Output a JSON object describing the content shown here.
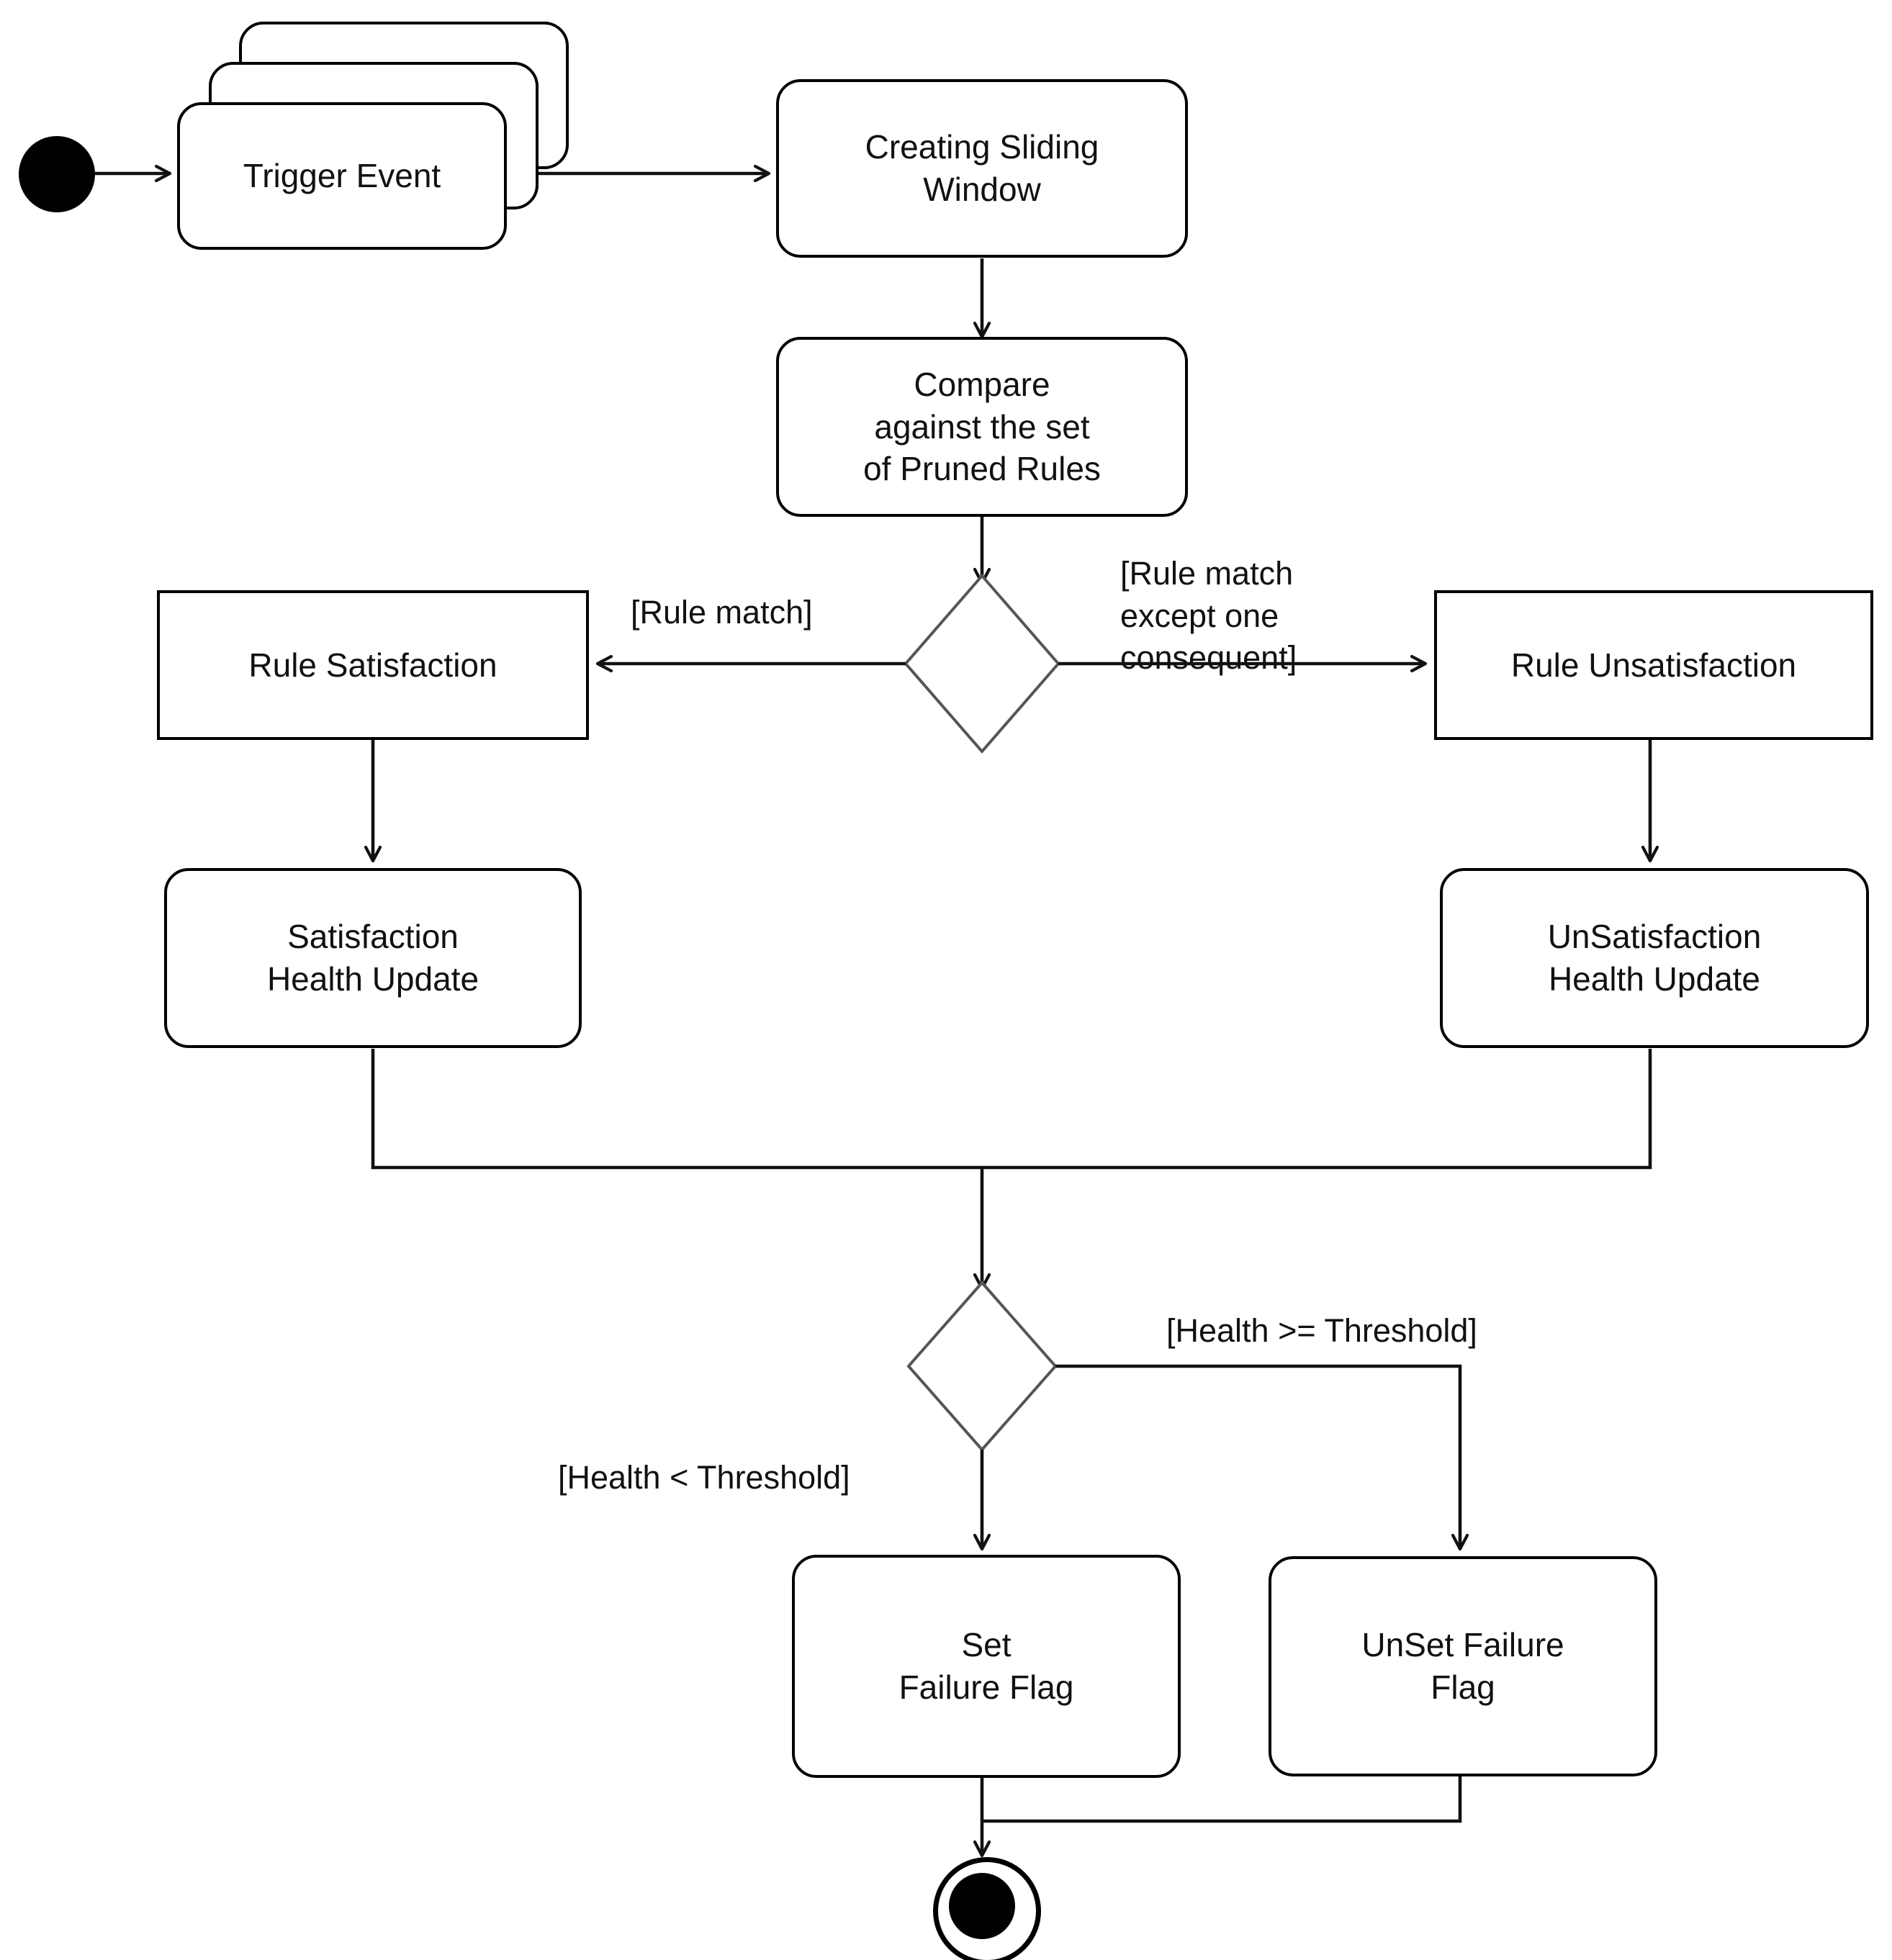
{
  "diagram": {
    "type": "uml-activity-diagram",
    "title": "",
    "colors": {
      "stroke": "#000000",
      "text": "#111111",
      "background": "#ffffff"
    },
    "nodes": {
      "initial_state": {
        "kind": "initial-node",
        "label": ""
      },
      "trigger_event": {
        "kind": "action-stacked",
        "label": "Trigger Event",
        "stack_count": 3
      },
      "creating_sliding_window": {
        "kind": "action",
        "label": "Creating Sliding\nWindow"
      },
      "compare_rules": {
        "kind": "action",
        "label": "Compare\nagainst the set\nof Pruned Rules"
      },
      "decision_rule_match": {
        "kind": "decision",
        "label": ""
      },
      "rule_satisfaction": {
        "kind": "state",
        "label": "Rule Satisfaction"
      },
      "rule_unsatisfaction": {
        "kind": "state",
        "label": "Rule Unsatisfaction"
      },
      "satisfaction_health_update": {
        "kind": "action",
        "label": "Satisfaction\nHealth Update"
      },
      "unsatisfaction_health_update": {
        "kind": "action",
        "label": "UnSatisfaction\nHealth Update"
      },
      "merge_health": {
        "kind": "merge-bar",
        "label": ""
      },
      "decision_health_threshold": {
        "kind": "decision",
        "label": ""
      },
      "set_failure_flag": {
        "kind": "action",
        "label": "Set\nFailure Flag"
      },
      "unset_failure_flag": {
        "kind": "action",
        "label": "UnSet Failure\nFlag"
      },
      "final_state": {
        "kind": "final-node",
        "label": ""
      }
    },
    "edge_labels": {
      "rule_match": "[Rule match]",
      "rule_match_except_one_consequent": "[Rule match\nexcept one\nconsequent]",
      "health_gte_threshold": "[Health >= Threshold]",
      "health_lt_threshold": "[Health < Threshold]"
    },
    "flow": [
      {
        "from": "initial_state",
        "to": "trigger_event",
        "label": ""
      },
      {
        "from": "trigger_event",
        "to": "creating_sliding_window",
        "label": ""
      },
      {
        "from": "creating_sliding_window",
        "to": "compare_rules",
        "label": ""
      },
      {
        "from": "compare_rules",
        "to": "decision_rule_match",
        "label": ""
      },
      {
        "from": "decision_rule_match",
        "to": "rule_satisfaction",
        "label": "[Rule match]"
      },
      {
        "from": "decision_rule_match",
        "to": "rule_unsatisfaction",
        "label": "[Rule match except one consequent]"
      },
      {
        "from": "rule_satisfaction",
        "to": "satisfaction_health_update",
        "label": ""
      },
      {
        "from": "rule_unsatisfaction",
        "to": "unsatisfaction_health_update",
        "label": ""
      },
      {
        "from": "satisfaction_health_update",
        "to": "merge_health",
        "label": ""
      },
      {
        "from": "unsatisfaction_health_update",
        "to": "merge_health",
        "label": ""
      },
      {
        "from": "merge_health",
        "to": "decision_health_threshold",
        "label": ""
      },
      {
        "from": "decision_health_threshold",
        "to": "set_failure_flag",
        "label": "[Health < Threshold]"
      },
      {
        "from": "decision_health_threshold",
        "to": "unset_failure_flag",
        "label": "[Health >= Threshold]"
      },
      {
        "from": "set_failure_flag",
        "to": "final_state",
        "label": ""
      },
      {
        "from": "unset_failure_flag",
        "to": "final_state",
        "label": ""
      }
    ]
  }
}
